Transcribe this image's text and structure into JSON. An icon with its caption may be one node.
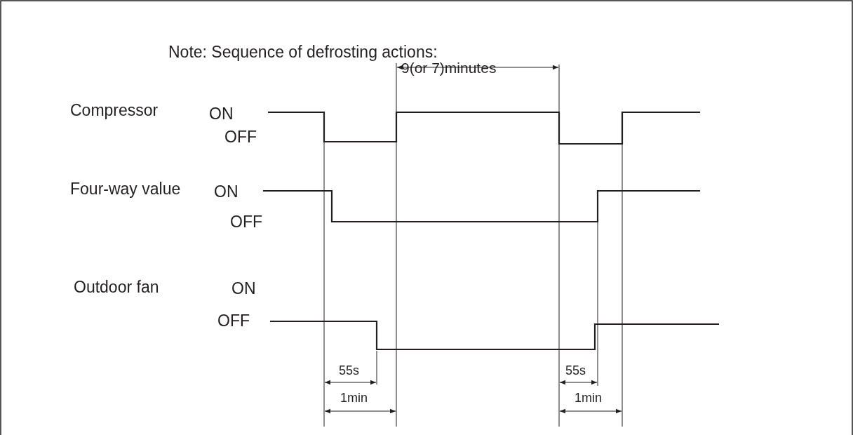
{
  "diagram": {
    "title": "Note: Sequence of defrosting actions:",
    "labels": [
      "9(or 7)minutes",
      "Compressor",
      "ON",
      "OFF",
      "Four-way value",
      "ON",
      "OFF",
      "Outdoor fan",
      "ON",
      "OFF",
      "55s",
      "55s",
      "1min",
      "1min"
    ]
  }
}
